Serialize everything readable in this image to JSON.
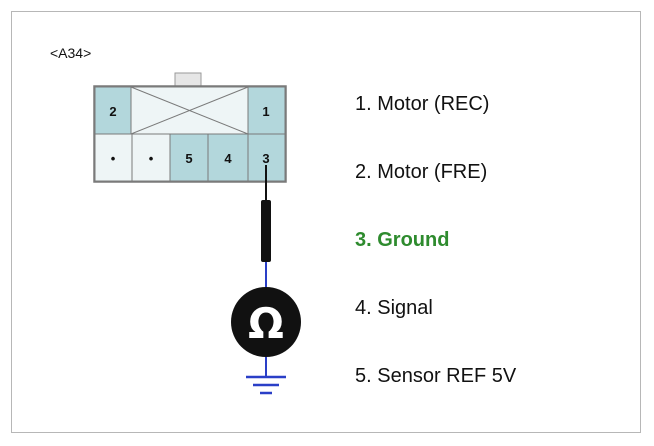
{
  "connector": {
    "label": "<A34>",
    "pins_top": {
      "left": "2",
      "right": "1"
    },
    "pins_bottom": [
      "•",
      "•",
      "5",
      "4",
      "3"
    ]
  },
  "pin_list": [
    {
      "text": "1. Motor (REC)",
      "highlight": false
    },
    {
      "text": "2. Motor (FRE)",
      "highlight": false
    },
    {
      "text": "3. Ground",
      "highlight": true
    },
    {
      "text": "4. Signal",
      "highlight": false
    },
    {
      "text": "5. Sensor REF 5V",
      "highlight": false
    }
  ],
  "meter": {
    "symbol": "Ω"
  },
  "colors": {
    "pin_fill": "#b3d7dc",
    "pin_fill_light": "#e8f2f3",
    "highlight": "#2e8b2e",
    "probe": "#111111",
    "wire_blue": "#2a3fc7",
    "ground": "#2a3fc7"
  }
}
